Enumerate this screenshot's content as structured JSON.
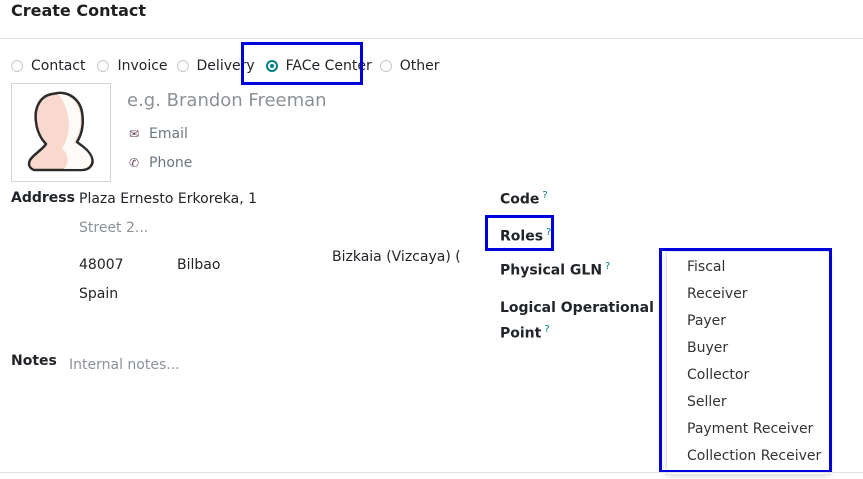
{
  "header": {
    "title": "Create Contact"
  },
  "contact_types": [
    {
      "label": "Contact",
      "checked": false
    },
    {
      "label": "Invoice",
      "checked": false
    },
    {
      "label": "Delivery",
      "checked": false
    },
    {
      "label": "FACe Center",
      "checked": true
    },
    {
      "label": "Other",
      "checked": false
    }
  ],
  "name": {
    "placeholder": "e.g. Brandon Freeman"
  },
  "email": {
    "placeholder": "Email",
    "icon": "envelope-icon"
  },
  "phone": {
    "placeholder": "Phone",
    "icon": "phone-icon"
  },
  "address": {
    "label": "Address",
    "street": "Plaza Ernesto Erkoreka, 1",
    "street2_placeholder": "Street 2...",
    "zip": "48007",
    "city": "Bilbao",
    "state": "Bizkaia (Vizcaya) (",
    "country": "Spain"
  },
  "right_fields": {
    "code_label": "Code",
    "roles_label": "Roles",
    "physical_gln_label": "Physical GLN",
    "logical_point_label_line1": "Logical Operational",
    "logical_point_label_line2": "Point",
    "help_mark": "?"
  },
  "roles_dropdown": {
    "options": [
      "Fiscal",
      "Receiver",
      "Payer",
      "Buyer",
      "Collector",
      "Seller",
      "Payment Receiver",
      "Collection Receiver"
    ]
  },
  "notes": {
    "label": "Notes",
    "placeholder": "Internal notes..."
  },
  "colors": {
    "accent": "#017e84",
    "highlight": "#0000dd",
    "brand": "#714b67"
  }
}
